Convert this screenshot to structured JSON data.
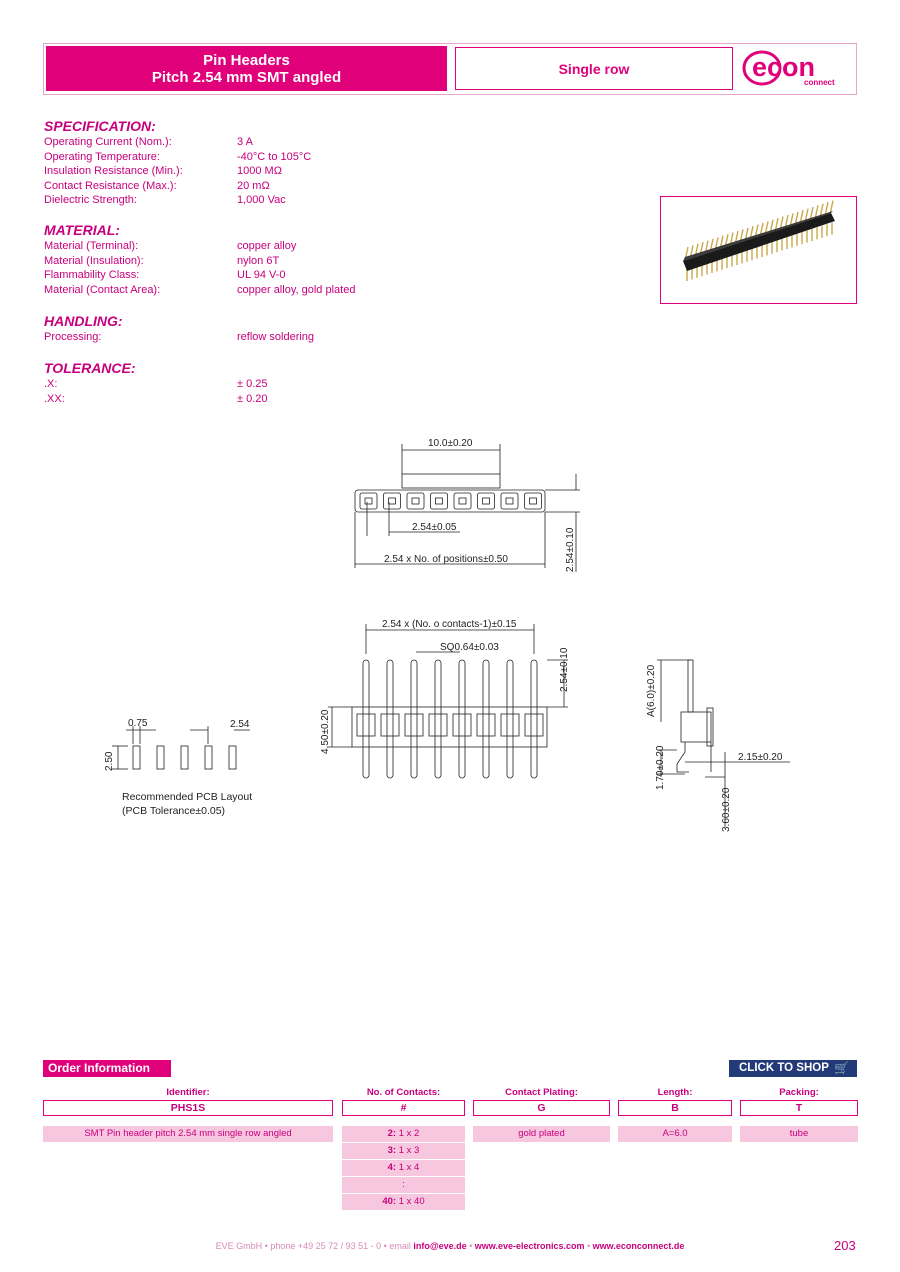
{
  "header": {
    "title_line1": "Pin Headers",
    "title_line2": "Pitch 2.54 mm SMT angled",
    "row_type": "Single row",
    "logo_main": "econ",
    "logo_sub": "connect"
  },
  "specification": {
    "heading": "SPECIFICATION:",
    "rows": [
      {
        "label": "Operating Current (Nom.):",
        "value": "3 A"
      },
      {
        "label": "Operating Temperature:",
        "value": "-40°C to 105°C"
      },
      {
        "label": "Insulation Resistance (Min.):",
        "value": "1000 MΩ"
      },
      {
        "label": "Contact Resistance (Max.):",
        "value": "20 mΩ"
      },
      {
        "label": "Dielectric Strength:",
        "value": "1,000 Vac"
      }
    ]
  },
  "material": {
    "heading": "MATERIAL:",
    "rows": [
      {
        "label": "Material (Terminal):",
        "value": "copper alloy"
      },
      {
        "label": "Material (Insulation):",
        "value": "nylon 6T"
      },
      {
        "label": "Flammability Class:",
        "value": "UL 94 V-0"
      },
      {
        "label": "Material (Contact Area):",
        "value": "copper alloy, gold plated"
      }
    ]
  },
  "handling": {
    "heading": "HANDLING:",
    "rows": [
      {
        "label": "Processing:",
        "value": "reflow soldering"
      }
    ]
  },
  "tolerance": {
    "heading": "TOLERANCE:",
    "rows": [
      {
        "label": ".X:",
        "value": "± 0.25"
      },
      {
        "label": ".XX:",
        "value": "± 0.20"
      }
    ]
  },
  "drawing": {
    "top_width": "10.0±0.20",
    "pitch": "2.54±0.05",
    "total_len": "2.54 x No. of positions±0.50",
    "height": "2.54±0.10",
    "contacts_span": "2.54 x (No. o contacts-1)±0.15",
    "square": "SQ0.64±0.03",
    "pin_height": "2.54±0.10",
    "body_height": "4.50±0.20",
    "side_a": "A(6.0)±0.20",
    "side_offset": "2.15±0.20",
    "side_foot": "1.70±0.20",
    "side_depth": "3.60±0.20",
    "pcb_pad": "0.75",
    "pcb_pitch": "2.54",
    "pcb_height": "2.50",
    "pcb_note_1": "Recommended PCB Layout",
    "pcb_note_2": "(PCB Tolerance±0.05)"
  },
  "order": {
    "title": "Order Information",
    "shop_button": "CLICK TO SHOP",
    "columns": [
      {
        "header": "Identifier:",
        "code": "PHS1S"
      },
      {
        "header": "No. of Contacts:",
        "code": "#"
      },
      {
        "header": "Contact Plating:",
        "code": "G"
      },
      {
        "header": "Length:",
        "code": "B"
      },
      {
        "header": "Packing:",
        "code": "T"
      }
    ],
    "identifier_desc": "SMT Pin header pitch 2.54 mm single row angled",
    "contacts": [
      {
        "key": "2:",
        "val": "1 x 2"
      },
      {
        "key": "3:",
        "val": "1 x 3"
      },
      {
        "key": "4:",
        "val": "1 x 4"
      },
      {
        "key": "",
        "val": ":"
      },
      {
        "key": "40:",
        "val": "1 x 40"
      }
    ],
    "plating": "gold plated",
    "length": "A=6.0",
    "packing": "tube"
  },
  "footer": {
    "prefix": "EVE GmbH • phone +49 25 72 / 93 51 - 0 • email ",
    "email": "info@eve.de",
    "sep": " • ",
    "site1": "www.eve-electronics.com",
    "site2": "www.econconnect.de",
    "page": "203"
  },
  "colors": {
    "brand": "#e0007a",
    "shop": "#223a78",
    "cell": "#f7c6df"
  }
}
